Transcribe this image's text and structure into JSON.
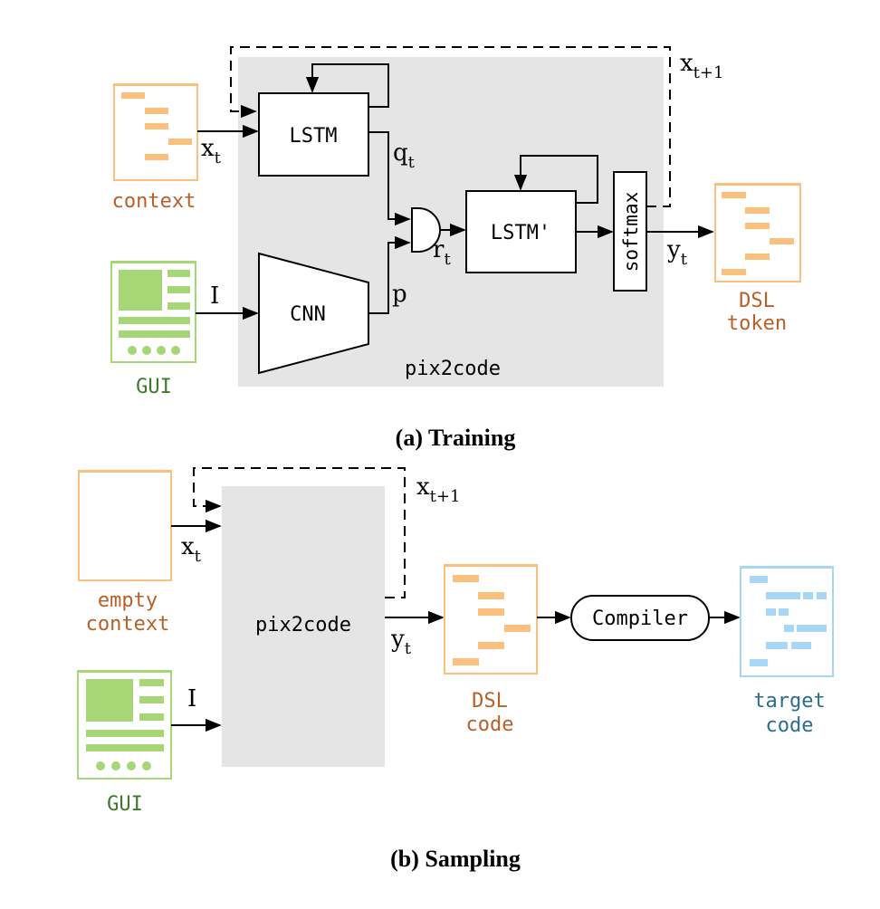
{
  "training": {
    "caption": "(a) Training",
    "block_label": "pix2code",
    "lstm_label": "LSTM",
    "lstm2_label": "LSTM'",
    "cnn_label": "CNN",
    "softmax_label": "softmax",
    "context_label": "context",
    "gui_label": "GUI",
    "dsl_label_1": "DSL",
    "dsl_label_2": "token",
    "var_x": "x",
    "var_x_sub": "t",
    "var_xnext": "x",
    "var_xnext_sub": "t+1",
    "var_q": "q",
    "var_q_sub": "t",
    "var_r": "r",
    "var_r_sub": "t",
    "var_p": "p",
    "var_I": "I",
    "var_y": "y",
    "var_y_sub": "t"
  },
  "sampling": {
    "caption": "(b) Sampling",
    "block_label": "pix2code",
    "compiler_label": "Compiler",
    "empty_label_1": "empty",
    "empty_label_2": "context",
    "gui_label": "GUI",
    "dsl_label_1": "DSL",
    "dsl_label_2": "code",
    "target_label_1": "target",
    "target_label_2": "code",
    "var_x": "x",
    "var_x_sub": "t",
    "var_xnext": "x",
    "var_xnext_sub": "t+1",
    "var_I": "I",
    "var_y": "y",
    "var_y_sub": "t"
  },
  "colors": {
    "orange": "#fbc07e",
    "orange_text": "#b8602a",
    "green": "#a6d676",
    "green_text": "#3d7a2a",
    "blue": "#a7d7f2",
    "blue_text": "#2a6e8c",
    "block_gray": "#e5e5e5"
  }
}
